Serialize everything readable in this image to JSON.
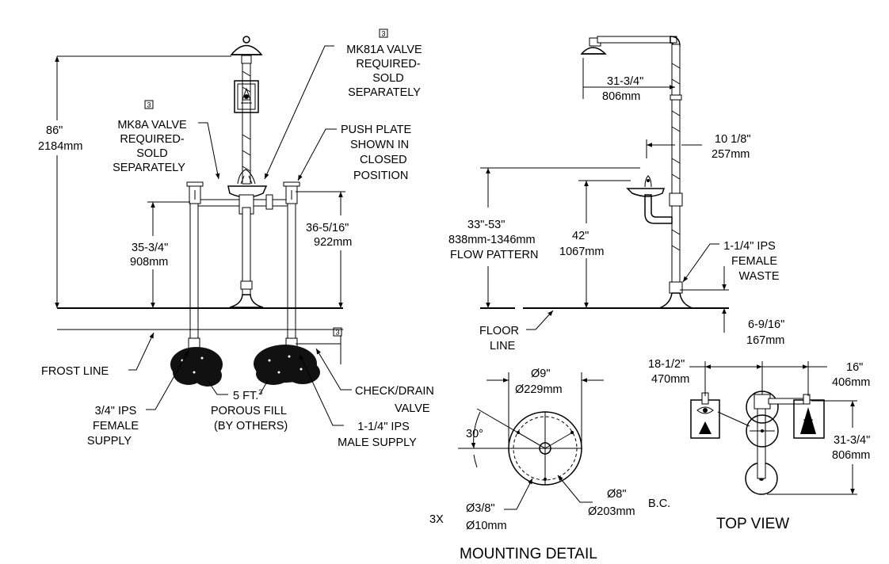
{
  "front": {
    "height_total": "86\"",
    "height_total_mm": "2184mm",
    "mk8a": [
      "MK8A VALVE",
      "REQUIRED-",
      "SOLD",
      "SEPARATELY"
    ],
    "mk8a_note": "3",
    "mk81a": [
      "MK81A VALVE",
      "REQUIRED-",
      "SOLD",
      "SEPARATELY"
    ],
    "mk81a_note": "3",
    "push_plate": [
      "PUSH PLATE",
      "SHOWN IN",
      "CLOSED",
      "POSITION"
    ],
    "left_height": "35-3/4\"",
    "left_height_mm": "908mm",
    "right_height": "36-5/16\"",
    "right_height_mm": "922mm",
    "frost_line": "FROST LINE",
    "check_note": "3",
    "fill_main": "5 FT.",
    "fill_sup": "3",
    "fill_l2": "POROUS FILL",
    "fill_l3": "(BY OTHERS)",
    "female_supply": [
      "3/4\" IPS",
      "FEMALE",
      "SUPPLY"
    ],
    "check_drain": [
      "CHECK/DRAIN",
      "VALVE"
    ],
    "male_supply": [
      "1-1/4\" IPS",
      "MALE SUPPLY"
    ]
  },
  "side": {
    "reach": "31-3/4\"",
    "reach_mm": "806mm",
    "offset": "10 1/8\"",
    "offset_mm": "257mm",
    "flow": "33\"-53\"",
    "flow_mm": "838mm-1346mm",
    "flow_label": "FLOW PATTERN",
    "bowl_height": "42\"",
    "bowl_height_mm": "1067mm",
    "waste": [
      "1-1/4\" IPS",
      "FEMALE",
      "WASTE"
    ],
    "floor": [
      "FLOOR",
      "LINE"
    ],
    "base": "6-9/16\"",
    "base_mm": "167mm"
  },
  "mounting": {
    "dia": "Ø9\"",
    "dia_mm": "Ø229mm",
    "angle": "30°",
    "bc": "Ø8\"",
    "bc_mm": "Ø203mm",
    "bc_label": "B.C.",
    "qty": "3X",
    "hole": "Ø3/8\"",
    "hole_mm": "Ø10mm",
    "title": "MOUNTING DETAIL"
  },
  "top": {
    "left_w": "18-1/2\"",
    "left_w_mm": "470mm",
    "right_w": "16\"",
    "right_w_mm": "406mm",
    "depth": "31-3/4\"",
    "depth_mm": "806mm",
    "title": "TOP VIEW"
  }
}
